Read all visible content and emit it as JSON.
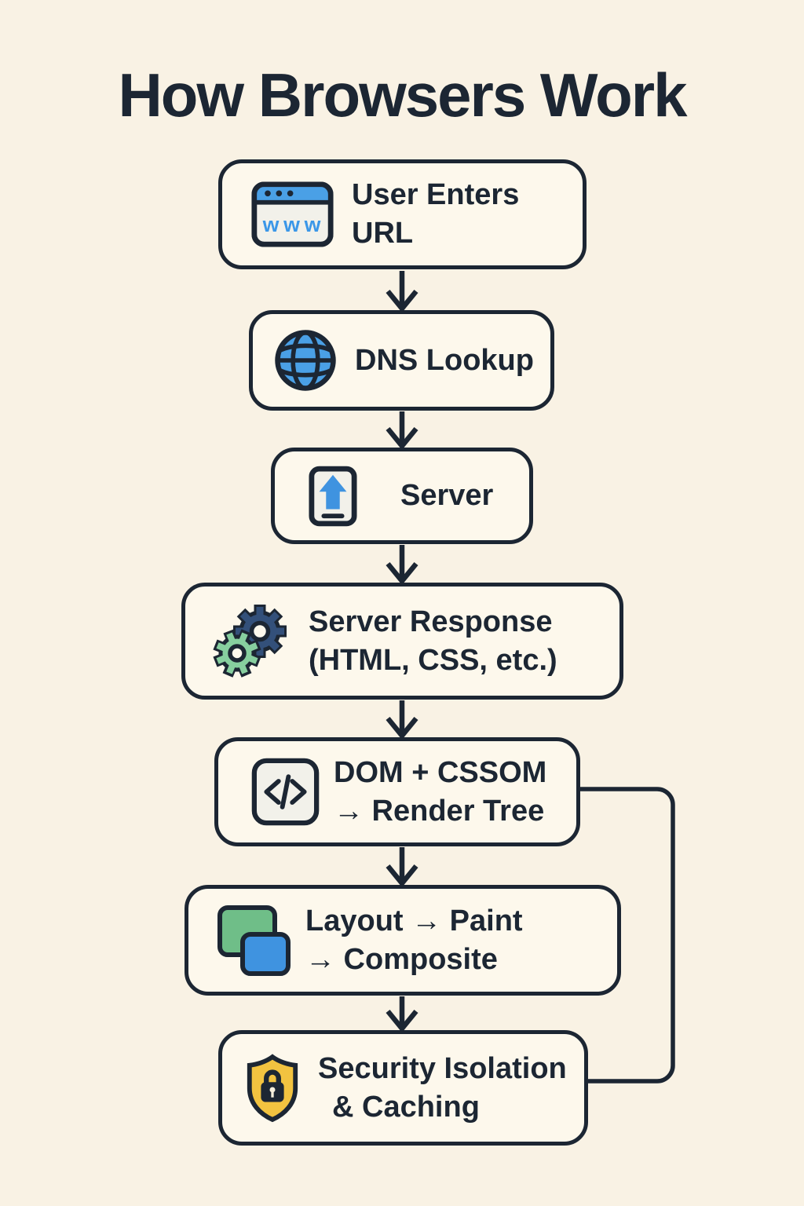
{
  "title": "How Browsers Work",
  "colors": {
    "background": "#f9f2e4",
    "box_fill": "#fdf8ec",
    "outline": "#1c2633",
    "text": "#1c2633",
    "icon_blue": "#4aa0e6",
    "icon_navy": "#33507a",
    "icon_green": "#87cf9f",
    "icon_yellow": "#f2c340",
    "icon_panel_gray": "#f2f1ea"
  },
  "flow": {
    "steps": [
      {
        "name": "user-enters-url",
        "icon": "browser-www-icon",
        "icon_text": "www",
        "label1": "User Enters URL"
      },
      {
        "name": "dns-lookup",
        "icon": "globe-icon",
        "label1": "DNS Lookup"
      },
      {
        "name": "server",
        "icon": "upload-icon",
        "label1": "Server"
      },
      {
        "name": "server-response",
        "icon": "gears-icon",
        "label1": "Server Response",
        "label2": "(HTML, CSS, etc.)"
      },
      {
        "name": "dom-cssom-render-tree",
        "icon": "code-icon",
        "label1": "DOM + CSSOM",
        "label2": "→ Render Tree"
      },
      {
        "name": "layout-paint-composite",
        "icon": "layers-icon",
        "label1": "Layout → Paint",
        "label2": "→ Composite"
      },
      {
        "name": "security-isolation-caching",
        "icon": "shield-lock-icon",
        "label1": "Security Isolation",
        "label2": "& Caching"
      }
    ],
    "connectors": [
      {
        "from": "user-enters-url",
        "to": "dns-lookup",
        "type": "arrow-down"
      },
      {
        "from": "dns-lookup",
        "to": "server",
        "type": "arrow-down"
      },
      {
        "from": "server",
        "to": "server-response",
        "type": "arrow-down"
      },
      {
        "from": "server-response",
        "to": "dom-cssom-render-tree",
        "type": "arrow-down"
      },
      {
        "from": "dom-cssom-render-tree",
        "to": "layout-paint-composite",
        "type": "arrow-down"
      },
      {
        "from": "layout-paint-composite",
        "to": "security-isolation-caching",
        "type": "arrow-down"
      },
      {
        "from": "dom-cssom-render-tree",
        "to": "security-isolation-caching",
        "type": "elbow-right-side"
      }
    ]
  }
}
